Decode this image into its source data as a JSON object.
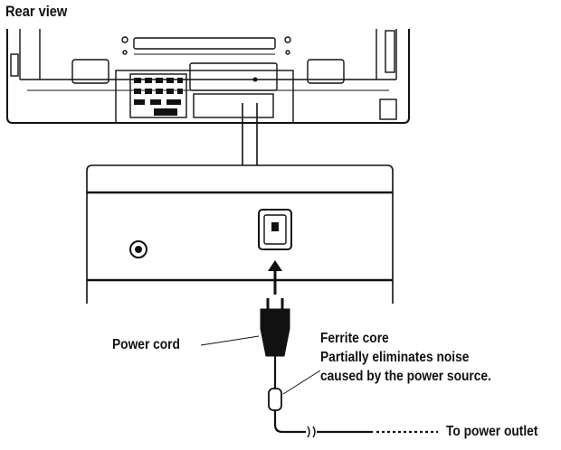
{
  "labels": {
    "rear_view": "Rear view",
    "power_cord": "Power cord",
    "ferrite_title": "Ferrite core",
    "ferrite_desc_line1": "Partially eliminates noise",
    "ferrite_desc_line2": "caused by the power source.",
    "to_power_outlet": "To power outlet"
  },
  "colors": {
    "line": "#111111",
    "background": "#ffffff"
  }
}
